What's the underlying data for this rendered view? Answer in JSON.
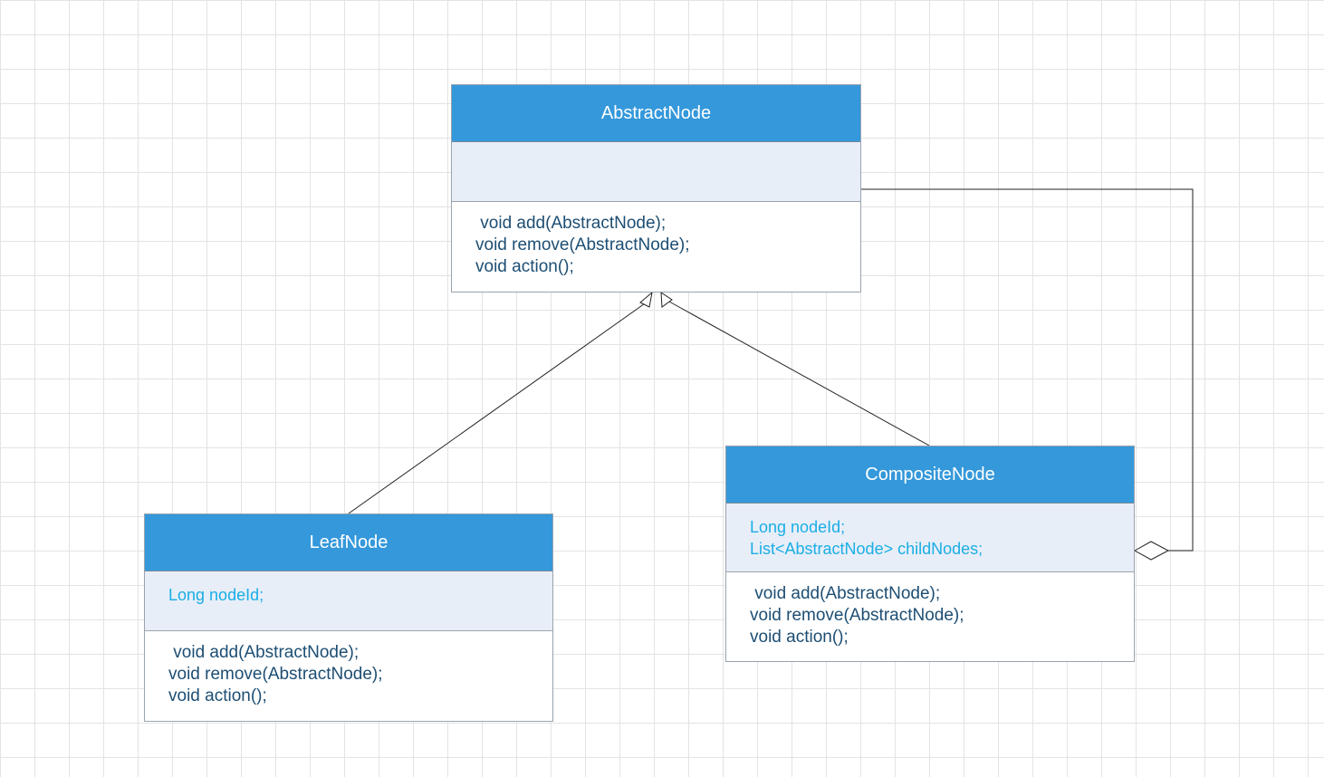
{
  "diagram": {
    "colors": {
      "header_fill": "#3498db",
      "header_text": "#ffffff",
      "attr_fill": "#e8eef8",
      "attr_text": "#1aaee5",
      "method_text": "#1d4e73",
      "border": "#9aa3ad",
      "connector": "#222222",
      "grid": "#e3e3e3"
    },
    "classes": {
      "abstract_node": {
        "name": "AbstractNode",
        "attributes": [],
        "methods": [
          " void add(AbstractNode);",
          "void remove(AbstractNode);",
          "void action();"
        ]
      },
      "leaf_node": {
        "name": "LeafNode",
        "attributes": [
          "Long nodeId;"
        ],
        "methods": [
          " void add(AbstractNode);",
          "void remove(AbstractNode);",
          "void action();"
        ]
      },
      "composite_node": {
        "name": "CompositeNode",
        "attributes": [
          "Long nodeId;",
          "List<AbstractNode> childNodes;"
        ],
        "methods": [
          " void add(AbstractNode);",
          "void remove(AbstractNode);",
          "void action();"
        ]
      }
    },
    "relationships": [
      {
        "type": "generalization",
        "from": "LeafNode",
        "to": "AbstractNode"
      },
      {
        "type": "generalization",
        "from": "CompositeNode",
        "to": "AbstractNode"
      },
      {
        "type": "aggregation",
        "whole": "CompositeNode",
        "part": "AbstractNode"
      }
    ]
  }
}
